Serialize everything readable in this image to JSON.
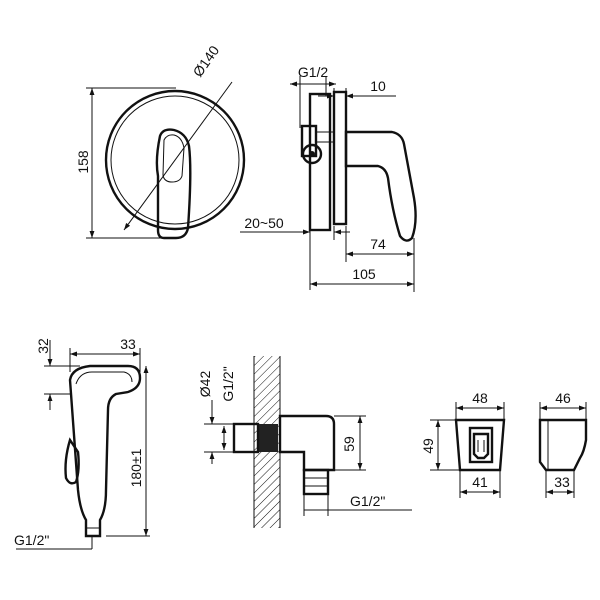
{
  "views": {
    "front": {
      "height": "158",
      "diameter": "Ø140"
    },
    "side": {
      "thread": "G1/2",
      "plate": "10",
      "wall_range": "20~50",
      "depth": "74",
      "total": "105"
    },
    "handshower": {
      "height": "32",
      "width": "33",
      "length": "180±1",
      "thread": "G1/2\""
    },
    "elbow": {
      "diameter": "Ø42",
      "thread_top": "G1/2\"",
      "height": "59",
      "thread_bottom": "G1/2\""
    },
    "holder_front": {
      "width_top": "48",
      "height": "49",
      "width_bottom": "41"
    },
    "holder_side": {
      "width_top": "46",
      "width_bottom": "33"
    }
  }
}
